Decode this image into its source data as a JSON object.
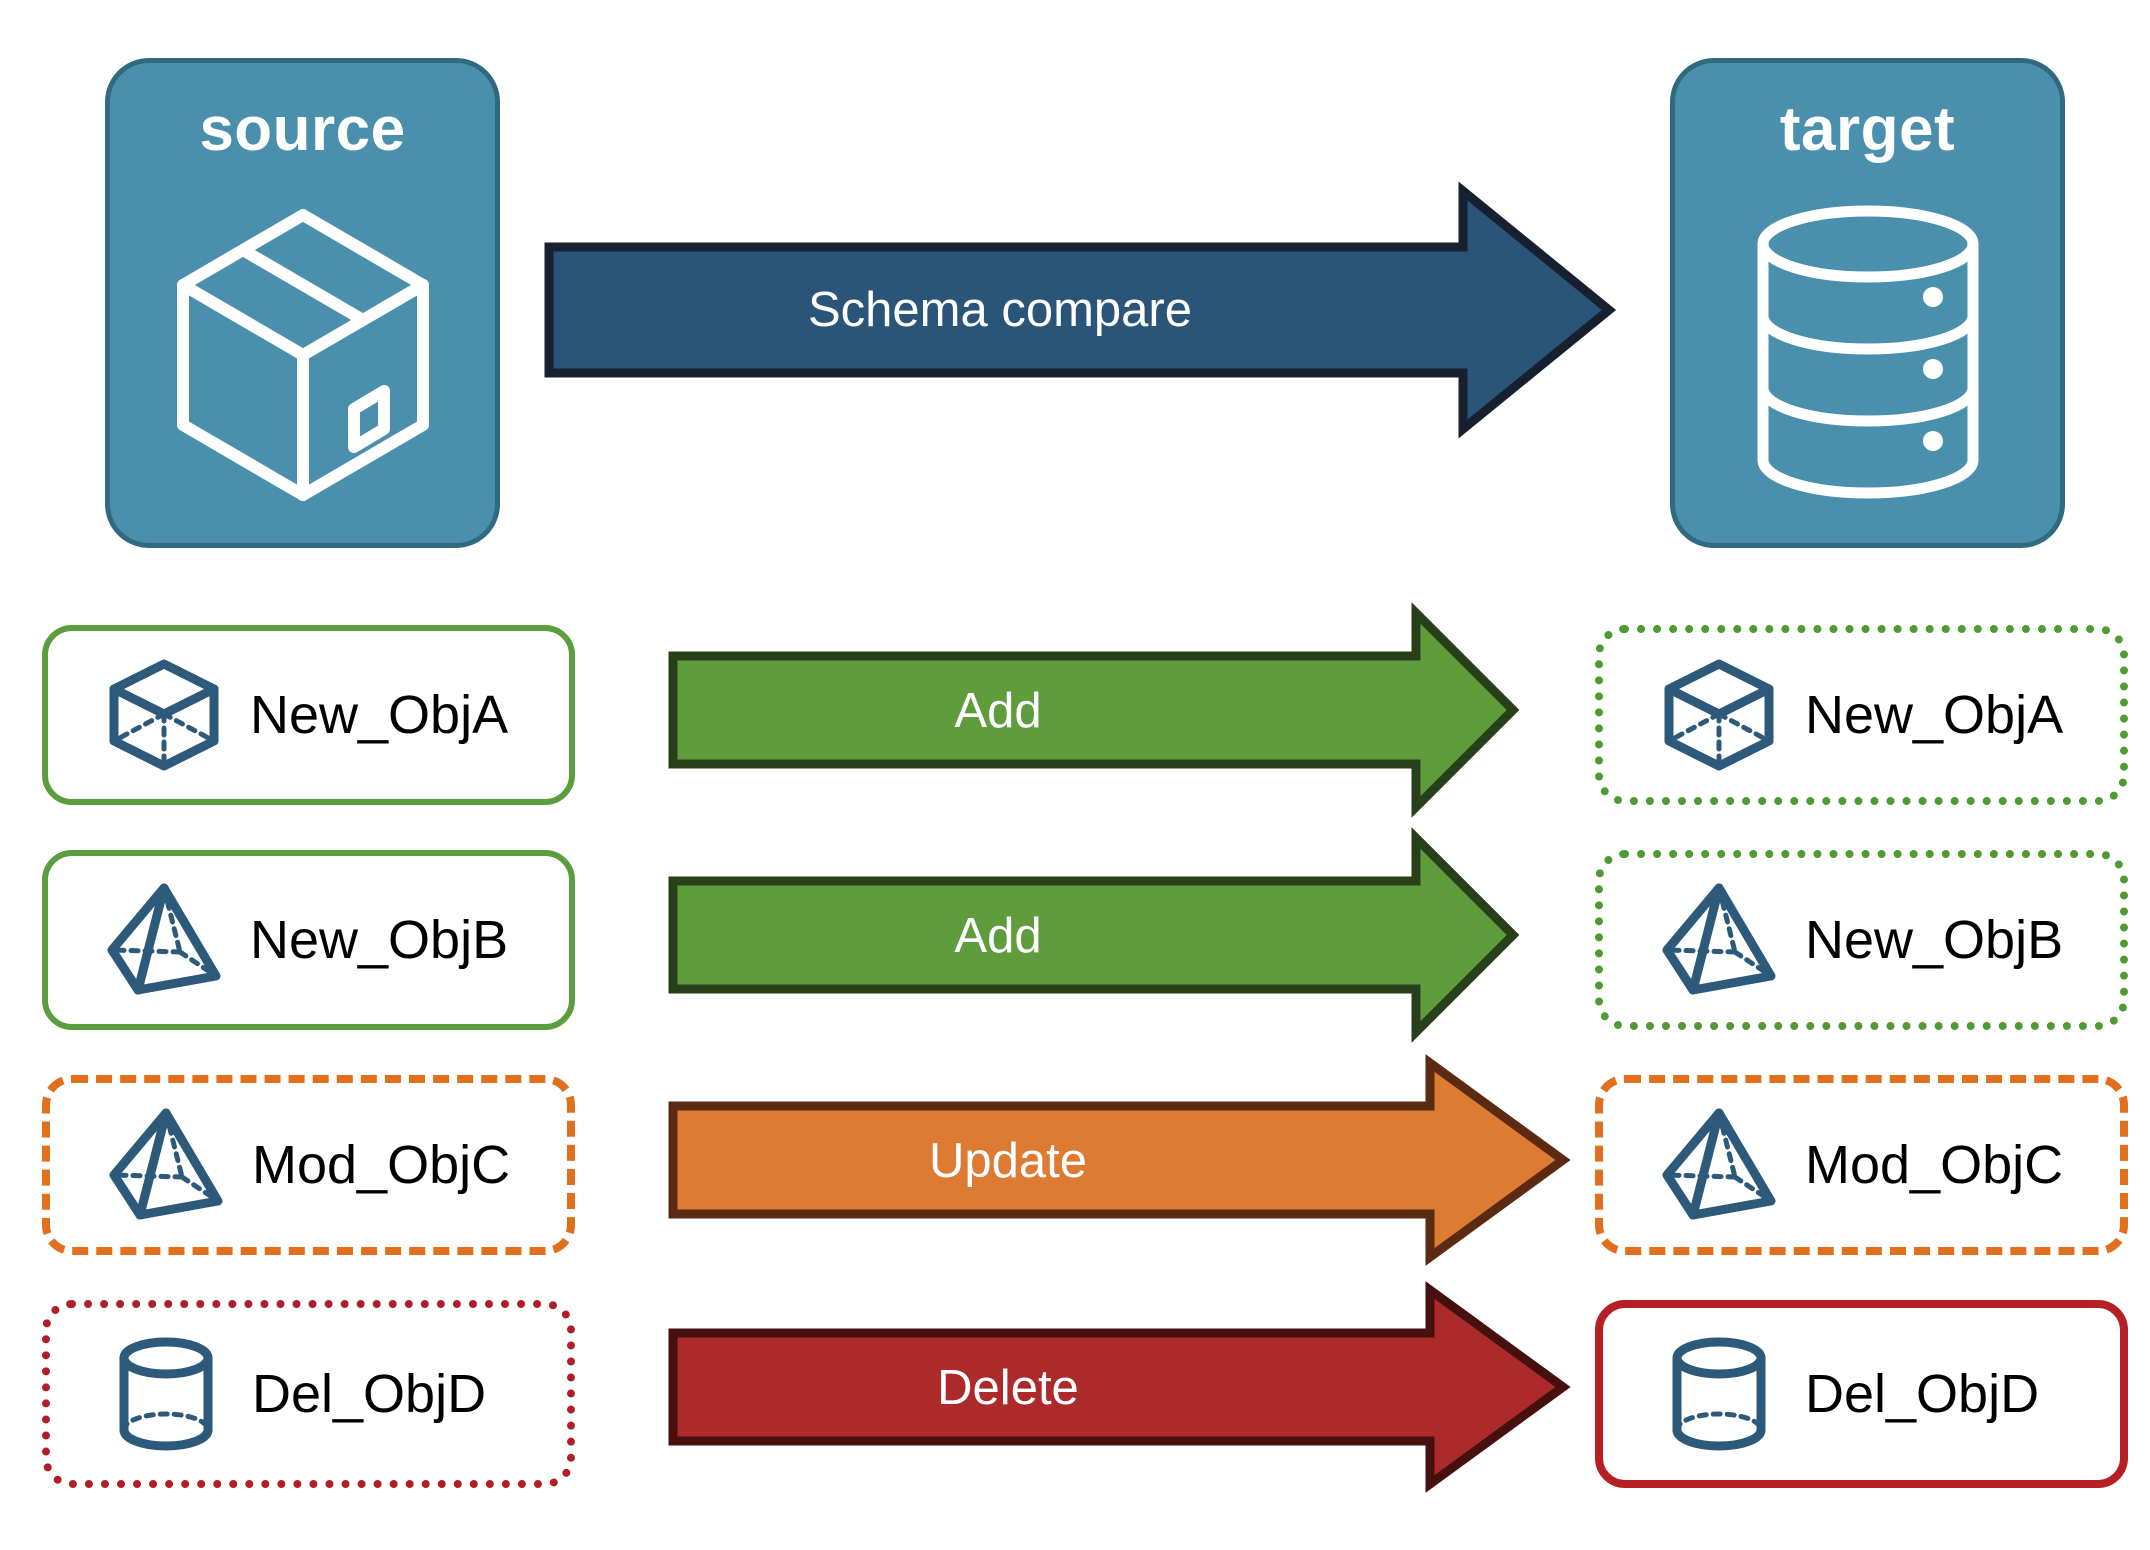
{
  "endpoints": {
    "source": {
      "title": "source",
      "icon": "package-box-icon",
      "fill": "#4a90ac",
      "stroke": "#2f6a80"
    },
    "target": {
      "title": "target",
      "icon": "database-cylinder-icon",
      "fill": "#4a90ac",
      "stroke": "#2f6a80"
    }
  },
  "main_arrow": {
    "label": "Schema compare",
    "fill": "#2b5578",
    "stroke": "#16202e"
  },
  "rows": [
    {
      "action": "Add",
      "arrow_fill": "#5f9c3c",
      "arrow_stroke": "#28401a",
      "source": {
        "label": "New_ObjA",
        "icon": "wireframe-cube-icon",
        "border_style": "solid",
        "border_color": "#5a9e3d"
      },
      "target": {
        "label": "New_ObjA",
        "icon": "wireframe-cube-icon",
        "border_style": "dotted",
        "border_color": "#4f9a33"
      }
    },
    {
      "action": "Add",
      "arrow_fill": "#5f9c3c",
      "arrow_stroke": "#28401a",
      "source": {
        "label": "New_ObjB",
        "icon": "wireframe-pyramid-icon",
        "border_style": "solid",
        "border_color": "#5a9e3d"
      },
      "target": {
        "label": "New_ObjB",
        "icon": "wireframe-pyramid-icon",
        "border_style": "dotted",
        "border_color": "#4f9a33"
      }
    },
    {
      "action": "Update",
      "arrow_fill": "#dd7b33",
      "arrow_stroke": "#5b2a12",
      "source": {
        "label": "Mod_ObjC",
        "icon": "wireframe-pyramid-icon",
        "border_style": "dashed",
        "border_color": "#e0701e"
      },
      "target": {
        "label": "Mod_ObjC",
        "icon": "wireframe-pyramid-icon",
        "border_style": "dashed",
        "border_color": "#e0701e"
      }
    },
    {
      "action": "Delete",
      "arrow_fill": "#ac2a2a",
      "arrow_stroke": "#46100f",
      "source": {
        "label": "Del_ObjD",
        "icon": "wireframe-cylinder-icon",
        "border_style": "dotted",
        "border_color": "#b01f26"
      },
      "target": {
        "label": "Del_ObjD",
        "icon": "wireframe-cylinder-icon",
        "border_style": "solid",
        "border_color": "#b62025"
      }
    }
  ],
  "palette": {
    "object_icon_stroke": "#2d5a7b",
    "card_background": "#ffffff",
    "canvas_background": "#ffffff"
  }
}
